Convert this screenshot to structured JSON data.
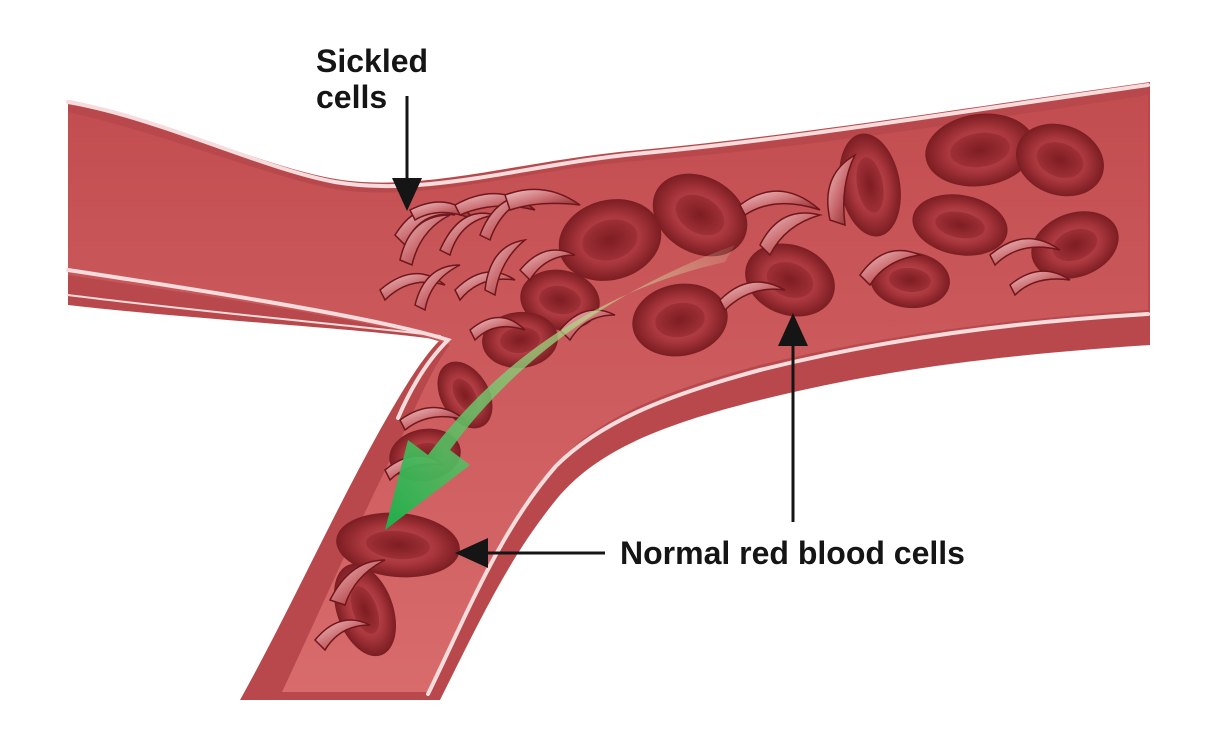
{
  "labels": {
    "sickled_line1": "Sickled",
    "sickled_line2": "cells",
    "normal": "Normal red blood cells"
  },
  "colors": {
    "vessel_wall_outer": "#a63a3d",
    "vessel_wall_lumen": "#cc5557",
    "vessel_highlight": "#f7dede",
    "cell_dark": "#7d1d22",
    "cell_mid": "#a8363c",
    "cell_light": "#c75a60",
    "arrow_green_start": "#d8e8a0",
    "arrow_green_end": "#1fae4b",
    "label_text": "#151515"
  },
  "icons": {
    "flow_arrow": "blocked-flow-arrow-icon",
    "pointer": "pointer-arrow-icon"
  }
}
